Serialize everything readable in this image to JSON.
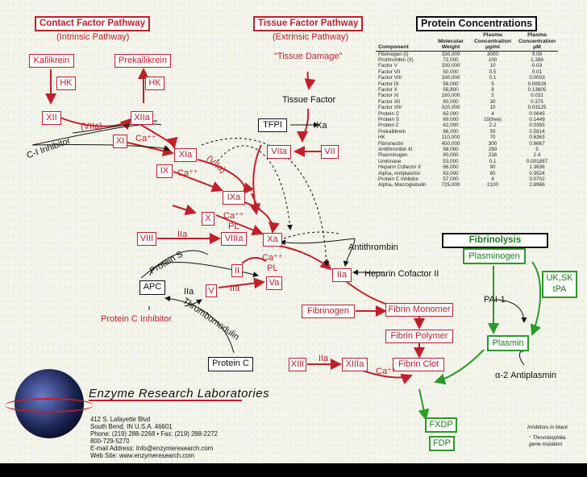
{
  "headers": {
    "contact": "Contact Factor Pathway",
    "intrinsic": "(Intrinsic Pathway)",
    "tissue": "Tissue Factor Pathway",
    "extrinsic": "(Extrinsic Pathway)",
    "conc": "Protein Concentrations",
    "fibrinolysis": "Fibrinolysis"
  },
  "nodes": {
    "kallikrein": "Kallikrein",
    "prekallikrein": "Prekallikrein",
    "hk1": "HK",
    "hk2": "HK",
    "xii": "XII",
    "xiia": "XIIa",
    "xi": "XI",
    "xia": "XIa",
    "ix": "IX",
    "ixa": "IXa",
    "x": "X",
    "xa": "Xa",
    "viii": "VIII",
    "viiia": "VIIIa",
    "ii": "II",
    "iia": "IIa",
    "v": "V",
    "va": "Va",
    "apc": "APC",
    "tfpi": "TFPI",
    "viia": "VIIa",
    "vii": "VII",
    "fibrinogen": "Fibrinogen",
    "fibrin_monomer": "Fibrin Monomer",
    "fibrin_polymer": "Fibrin Polymer",
    "fibrin_clot": "Fibrin Clot",
    "xiii": "XIII",
    "xiiia": "XIIIa",
    "protein_c": "Protein C",
    "fxdp": "FXDP",
    "fdp": "FDP",
    "plasminogen": "Plasminogen",
    "uk_sk_tpa": [
      "UK,SK",
      "tPA"
    ],
    "plasmin": "Plasmin"
  },
  "labels": {
    "viia_paren": "(VIIa)",
    "ca_1": "Ca⁺⁺",
    "ca_2": "Ca⁺⁺",
    "viia_slant": "(VIIa)",
    "ca_pl_1": [
      "Ca⁺⁺",
      "PL"
    ],
    "ca_pl_2": [
      "Ca⁺⁺",
      "PL"
    ],
    "iia_1": "IIa",
    "iia_2": "IIa",
    "iia_3": "IIa",
    "iia_apc": "IIa",
    "ca_3": "Ca⁺⁺",
    "ci_inhibitor": "C-I Inhibitor",
    "tissue_damage": "\"Tissue Damage\"",
    "tissue_factor": "Tissue Factor",
    "xa_tfpi": "Xa",
    "antithrombin": "Antithrombin",
    "heparin_cofactor": "Heparin Cofactor II",
    "protein_s": "Protein S",
    "thrombomodulin": "Thrombomodulin",
    "protein_c_inhibitor": "Protein C Inhibitor",
    "pai1": "PAI-1",
    "a2_antiplasmin": "α-2 Antiplasmin",
    "inhibitors_note": "Inhibitors in black",
    "thrombophilia_note": [
      "Thrombophilia",
      "gene mutation"
    ]
  },
  "conc_table": {
    "columns": [
      "Component",
      "Molecular Weight",
      "Plasma Concentration µg/ml",
      "Plasma Concentration µM"
    ],
    "rows": [
      [
        "Fibrinogen (I)",
        "330,000",
        "3000",
        "9.09"
      ],
      [
        "Prothrombin (II)",
        "72,000",
        "100",
        "1.388"
      ],
      [
        "Factor V",
        "330,000",
        "10",
        "0.03"
      ],
      [
        "Factor VII",
        "50,000",
        "0.5",
        "0.01"
      ],
      [
        "Factor VIII",
        "330,000",
        "0.1",
        "0.0003"
      ],
      [
        "Factor IX",
        "56,000",
        "5",
        "0.08928"
      ],
      [
        "Factor X",
        "58,800",
        "8",
        "0.13605"
      ],
      [
        "Factor XI",
        "160,000",
        "5",
        "0.031"
      ],
      [
        "Factor XII",
        "80,000",
        "30",
        "0.375"
      ],
      [
        "Factor XIII",
        "320,000",
        "10",
        "0.03125"
      ],
      [
        "Protein C",
        "62,000",
        "4",
        "0.0645"
      ],
      [
        "Protein S",
        "69,000",
        "10(free)",
        "0.1449"
      ],
      [
        "Protein Z",
        "62,000",
        "2.2",
        "0.0355"
      ],
      [
        "Prekallikrein",
        "86,000",
        "50",
        "0.5814"
      ],
      [
        "HK",
        "110,000",
        "70",
        "0.6363"
      ],
      [
        "Fibronectin",
        "450,000",
        "300",
        "0.6667"
      ],
      [
        "Antithrombin III",
        "58,000",
        "290",
        "5"
      ],
      [
        "Plasminogen",
        "90,000",
        "216",
        "2.4"
      ],
      [
        "Urokinase",
        "53,000",
        "0.1",
        "0.001887"
      ],
      [
        "Heparin Cofactor II",
        "66,000",
        "90",
        "1.3636"
      ],
      [
        "Alpha₁ Antiplasmin",
        "63,000",
        "60",
        "0.9524"
      ],
      [
        "Protein C Inhibitor",
        "57,000",
        "4",
        "0.0702"
      ],
      [
        "Alpha₂ Macroglobulin",
        "725,000",
        "2100",
        "2.8966"
      ]
    ]
  },
  "company": {
    "name": "Enzyme Research Laboratories",
    "address1": "412 S. Lafayette Blvd",
    "address2": "South Bend, IN U.S.A. 46601",
    "phone": "Phone: (219) 288-2268  •  Fax: (219) 288-2272",
    "tollfree": "800-729-5270",
    "email": "E-mail Address: Info@enzymeresearch.com",
    "web": "Web Site: www.enzymeresearch.com"
  },
  "colors": {
    "red": "#c0202a",
    "green": "#2b9a2b",
    "black": "#111111"
  }
}
